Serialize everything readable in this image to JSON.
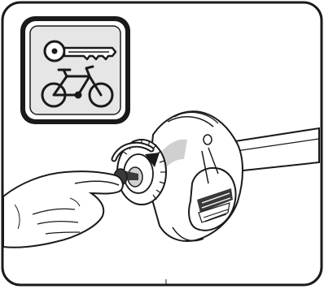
{
  "figure": {
    "colors": {
      "ink": "#1a1a1a",
      "paper": "#ffffff",
      "badge_fill": "#e6e6e6",
      "shade_light": "#d0d0d0",
      "shade_dark": "#3a3a3a"
    },
    "badge": {
      "icons": [
        "key-icon",
        "bicycle-icon"
      ]
    },
    "illustration": {
      "parts": [
        "hand",
        "key",
        "lock-cylinder",
        "turn-arrow",
        "clamp-jaw",
        "clamp-arm-bar"
      ]
    }
  }
}
